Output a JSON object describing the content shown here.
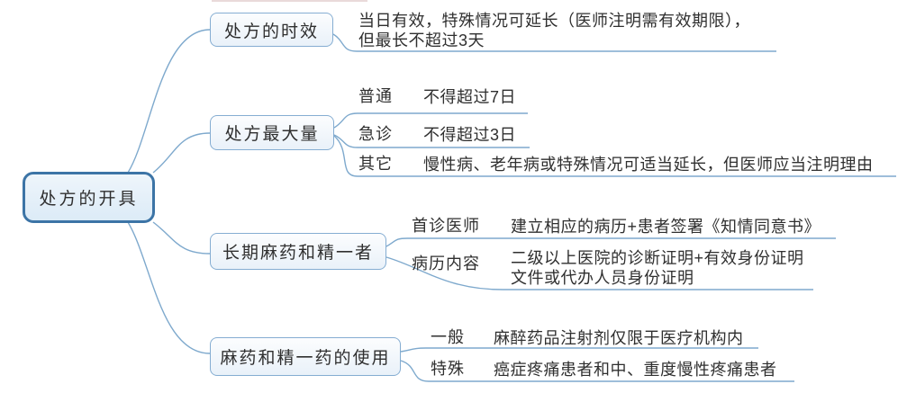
{
  "root": {
    "label": "处方的开具"
  },
  "branches": [
    {
      "label": "处方的时效",
      "items": [
        {
          "label": "",
          "text": "当日有效，特殊情况可延长（医师注明需有效期限），\n但最长不超过3天"
        }
      ]
    },
    {
      "label": "处方最大量",
      "items": [
        {
          "label": "普通",
          "text": "不得超过7日"
        },
        {
          "label": "急诊",
          "text": "不得超过3日"
        },
        {
          "label": "其它",
          "text": "慢性病、老年病或特殊情况可适当延长，但医师应当注明理由"
        }
      ]
    },
    {
      "label": "长期麻药和精一者",
      "items": [
        {
          "label": "首诊医师",
          "text": "建立相应的病历+患者签署《知情同意书》"
        },
        {
          "label": "病历内容",
          "text": "二级以上医院的诊断证明+有效身份证明\n文件或代办人员身份证明"
        }
      ]
    },
    {
      "label": "麻药和精一药的使用",
      "items": [
        {
          "label": "一般",
          "text": "麻醉药品注射剂仅限于医疗机构内"
        },
        {
          "label": "特殊",
          "text": "癌症疼痛患者和中、重度慢性疼痛患者"
        }
      ]
    }
  ],
  "colors": {
    "root_border": "#3c74a6",
    "root_fill": "#e3eef8",
    "branch_border": "#85add2",
    "branch_fill": "#eff5fb",
    "connector": "#7ea9cd",
    "text": "#2f2f2f"
  }
}
